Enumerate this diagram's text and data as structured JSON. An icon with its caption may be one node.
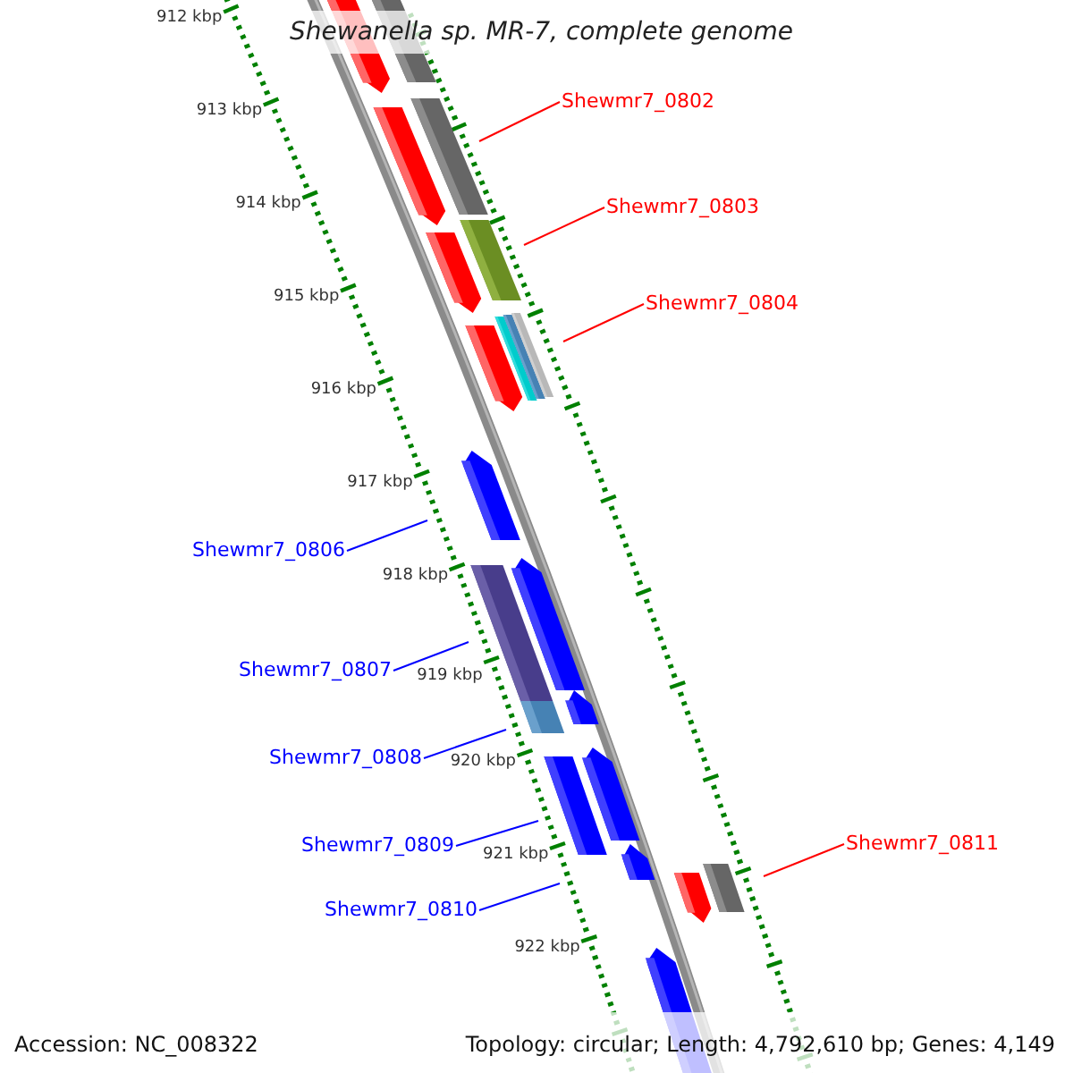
{
  "diagram": {
    "title": "Shewanella sp. MR-7, complete genome",
    "nodes": [
      {
        "text": [
          "Shewmr7_0802"
        ]
      },
      {
        "text": [
          "Shewmr7_0803"
        ]
      },
      {
        "text": [
          "Shewmr7_0804"
        ]
      },
      {
        "text": [
          "Shewmr7_0806"
        ]
      },
      {
        "text": [
          "Shewmr7_0807"
        ]
      },
      {
        "text": [
          "Shewmr7_0808"
        ]
      },
      {
        "text": [
          "Shewmr7_0809"
        ]
      },
      {
        "text": [
          "Shewmr7_0810"
        ]
      },
      {
        "text": [
          "Shewmr7_0811"
        ]
      }
    ],
    "edges": [
      {
        "from": 0,
        "to": null,
        "arrow": "none",
        "color": "#ff0000"
      },
      {
        "from": 1,
        "to": null,
        "arrow": "none",
        "color": "#ff0000"
      },
      {
        "from": 2,
        "to": null,
        "arrow": "none",
        "color": "#ff0000"
      },
      {
        "from": 3,
        "to": null,
        "arrow": "none"
      },
      {
        "from": 4,
        "to": null,
        "arrow": "none"
      },
      {
        "from": 5,
        "to": null,
        "arrow": "none"
      },
      {
        "from": 6,
        "to": null,
        "arrow": "none"
      },
      {
        "from": 7,
        "to": null,
        "arrow": "none"
      },
      {
        "from": 8,
        "to": null,
        "arrow": "none",
        "color": "#ff0000"
      }
    ],
    "labels": [
      "912 kbp",
      "913 kbp",
      "914 kbp",
      "915 kbp",
      "916 kbp",
      "917 kbp",
      "918 kbp",
      "919 kbp",
      "920 kbp",
      "921 kbp",
      "922 kbp",
      "Accession: NC_008322",
      "Topology: circular; Length: 4,792,610 bp; Genes: 4,149"
    ]
  }
}
